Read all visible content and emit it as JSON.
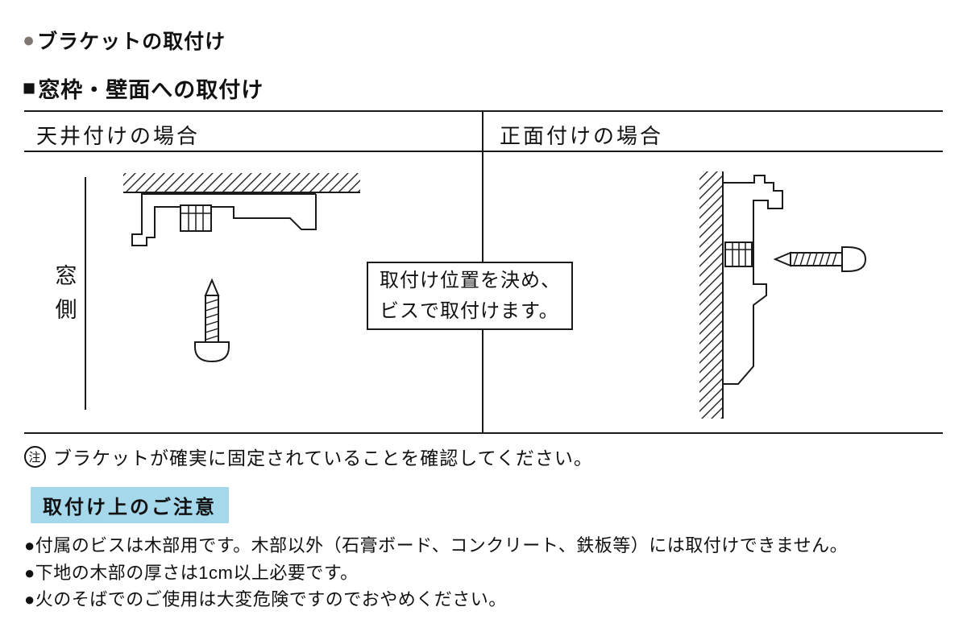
{
  "header": {
    "section1": {
      "bullet": "●",
      "text": "ブラケットの取付け"
    },
    "section2": {
      "bullet": "■",
      "text": "窓枠・壁面への取付け"
    }
  },
  "table": {
    "col_left_header": "天井付けの場合",
    "col_right_header": "正面付けの場合",
    "window_side_label": "窓側",
    "note_box_line1": "取付け位置を決め、",
    "note_box_line2": "ビスで取付けます。"
  },
  "note": {
    "mark": "注",
    "text": "ブラケットが確実に固定されていることを確認してください。"
  },
  "caution": {
    "title": "取付け上のご注意",
    "items": [
      "●付属のビスは木部用です。木部以外（石膏ボード、コンクリート、鉄板等）には取付けできません。",
      "●下地の木部の厚さは1cm以上必要です。",
      "●火のそばでのご使用は大変危険ですのでおやめください。"
    ]
  },
  "colors": {
    "caution_highlight": "#a6d8ec",
    "section1_bullet": "#7d7770",
    "line_color": "#1a1a1a"
  },
  "diagrams": {
    "left": "ceiling-mount-cross-section",
    "right": "wall-mount-cross-section"
  }
}
